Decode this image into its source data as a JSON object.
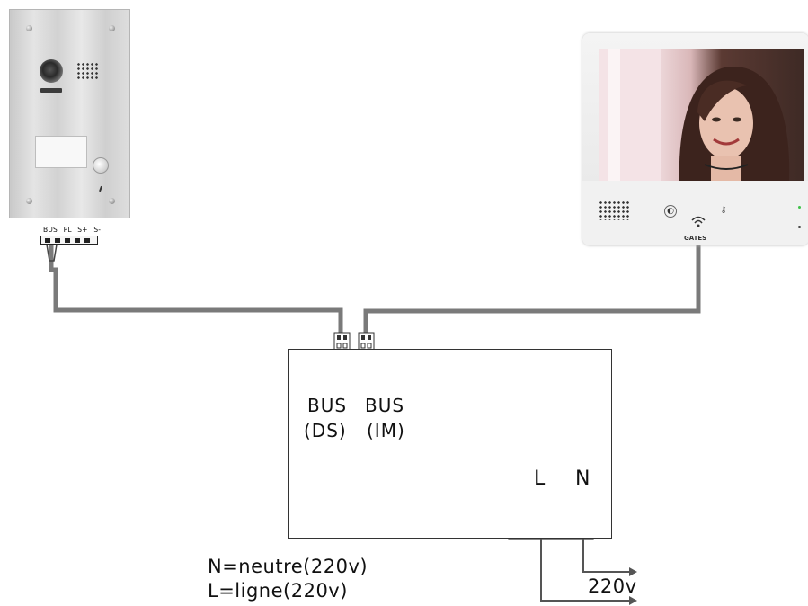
{
  "door_station": {
    "terminal_labels": [
      "BUS",
      "PL",
      "S+",
      "S-"
    ]
  },
  "monitor": {
    "brand": "GATES"
  },
  "distributor": {
    "bus_ds": [
      "BUS",
      "(DS)"
    ],
    "bus_im": [
      "BUS",
      "(IM)"
    ],
    "terminal_l": "L",
    "terminal_n": "N"
  },
  "legend": {
    "neutral": "N=neutre(220v)",
    "line": "L=ligne(220v)"
  },
  "supply": {
    "voltage": "220v"
  },
  "colors": {
    "wire": "#7a7a7a",
    "outline": "#333333"
  },
  "icons": [
    "camera-lens-icon",
    "speaker-grille-icon",
    "call-button-icon",
    "wifi-icon",
    "key-icon",
    "intercom-icon",
    "screw-terminal-icon",
    "arrow-right-icon"
  ]
}
